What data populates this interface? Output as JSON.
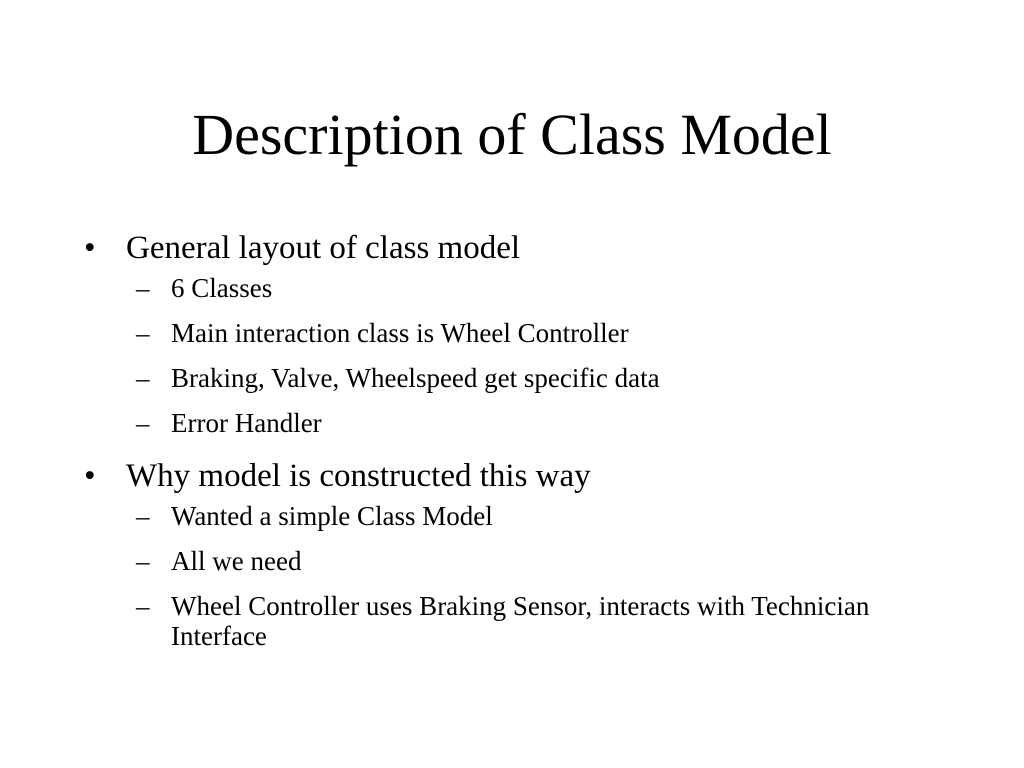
{
  "slide": {
    "title": "Description of Class Model",
    "bullets": [
      {
        "marker": "•",
        "text": "General layout of class model",
        "items": [
          {
            "marker": "–",
            "text": "6 Classes"
          },
          {
            "marker": "–",
            "text": "Main interaction class is Wheel Controller"
          },
          {
            "marker": "–",
            "text": "Braking, Valve, Wheelspeed get specific data"
          },
          {
            "marker": "–",
            "text": "Error Handler"
          }
        ]
      },
      {
        "marker": "•",
        "text": "Why model is constructed this way",
        "items": [
          {
            "marker": "–",
            "text": "Wanted a simple Class Model"
          },
          {
            "marker": "–",
            "text": "All we need"
          },
          {
            "marker": "–",
            "text": "Wheel Controller uses Braking Sensor, interacts with Technician Interface"
          }
        ]
      }
    ]
  }
}
